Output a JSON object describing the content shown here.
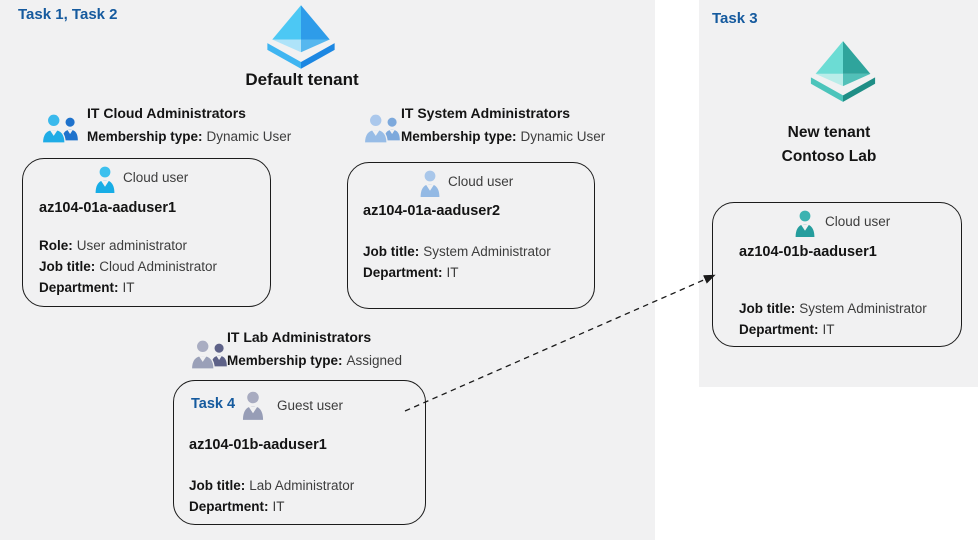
{
  "colors": {
    "panel_bg": "#f1f1f2",
    "task_label_blue": "#155a9e",
    "card_border": "#1c1c1c",
    "heading_text": "#141414",
    "body_text": "#3d3d3d",
    "azure_ad_blue": "#2e9ce9",
    "azure_ad_teal": "#2fa49c",
    "cloud_user_cyan": "#17ade6",
    "cloud_user_steel": "#93b9e4",
    "guest_user_gray": "#979db6",
    "cloud_user_teal": "#259d9d"
  },
  "tasks": {
    "default_tenant_label": "Task 1, Task 2",
    "new_tenant_label": "Task 3",
    "guest_user_label": "Task 4"
  },
  "tenants": {
    "default": {
      "title": "Default tenant"
    },
    "new": {
      "title_line1": "New tenant",
      "title_line2": "Contoso Lab"
    }
  },
  "groups": [
    {
      "name": "IT Cloud Administrators",
      "membership_label": "Membership type:",
      "membership_value": "Dynamic User"
    },
    {
      "name": "IT System Administrators",
      "membership_label": "Membership type:",
      "membership_value": "Dynamic User"
    },
    {
      "name": "IT Lab Administrators",
      "membership_label": "Membership type:",
      "membership_value": "Assigned"
    }
  ],
  "users": [
    {
      "type": "Cloud user",
      "name": "az104-01a-aaduser1",
      "rows": [
        {
          "label": "Role:",
          "value": "User administrator"
        },
        {
          "label": "Job title:",
          "value": "Cloud Administrator"
        },
        {
          "label": "Department:",
          "value": "IT"
        }
      ]
    },
    {
      "type": "Cloud user",
      "name": "az104-01a-aaduser2",
      "rows": [
        {
          "label": "Job title:",
          "value": "System Administrator"
        },
        {
          "label": "Department:",
          "value": "IT"
        }
      ]
    },
    {
      "type": "Guest user",
      "name": "az104-01b-aaduser1",
      "rows": [
        {
          "label": "Job title:",
          "value": "Lab Administrator"
        },
        {
          "label": "Department:",
          "value": "IT"
        }
      ]
    },
    {
      "type": "Cloud user",
      "name": "az104-01b-aaduser1",
      "rows": [
        {
          "label": "Job title:",
          "value": "System Administrator"
        },
        {
          "label": "Department:",
          "value": "IT"
        }
      ]
    }
  ]
}
